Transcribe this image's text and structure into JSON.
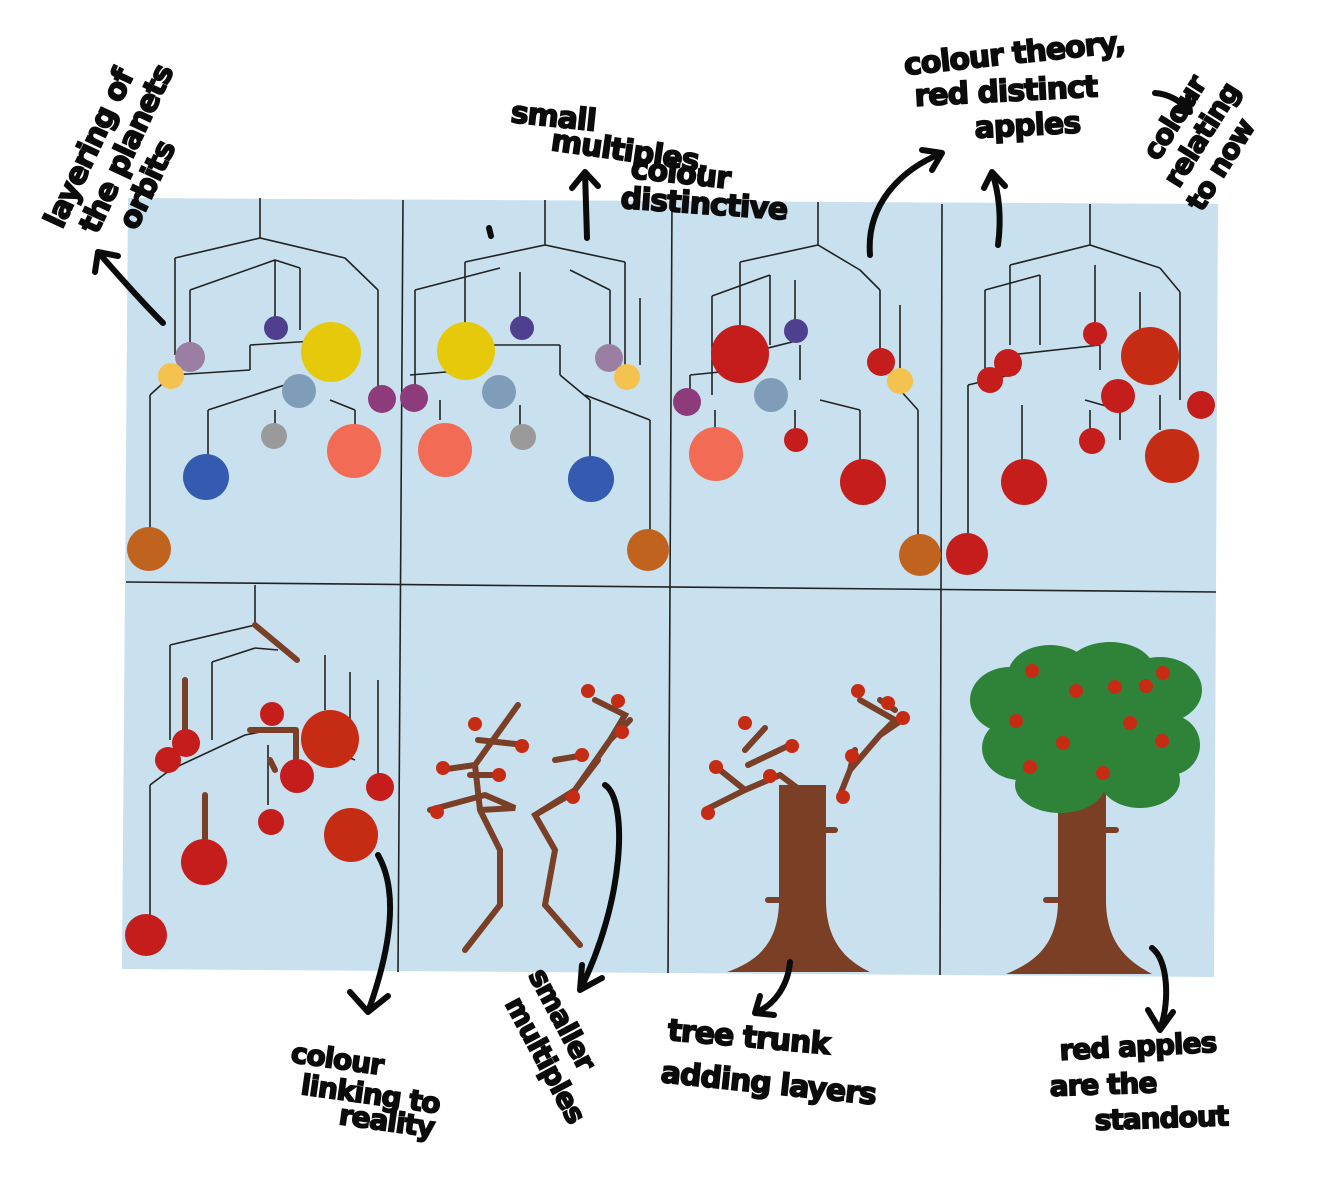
{
  "annotations": {
    "layering": [
      "layering of",
      "the planets",
      "orbits"
    ],
    "small_multiples": [
      "small",
      "multiples,",
      "colour",
      "distinctive"
    ],
    "colour_theory": [
      "colour theory,",
      "red distinct",
      "apples"
    ],
    "colour_relating": [
      "colour",
      "relating",
      "to now"
    ],
    "colour_linking": [
      "colour",
      "linking to",
      "reality"
    ],
    "smaller_multiples": [
      "smaller",
      "multiples"
    ],
    "tree_trunk": [
      "tree trunk",
      "adding layers"
    ],
    "red_apples": [
      "red apples",
      "are the",
      "standout"
    ]
  },
  "colors": {
    "panel_bg": "#c9e1ee",
    "yellow_sun": "#e6c90b",
    "lilac": "#9b7fa3",
    "pale_yellow": "#f3c24f",
    "indigo": "#4e3f8f",
    "steel_blue": "#7f9db8",
    "grey": "#9a9a9a",
    "plum": "#8d3b7a",
    "salmon": "#f26b55",
    "royal_blue": "#355bb0",
    "rust_orange": "#c0631f",
    "apple_red": "#c51c1c",
    "deep_red": "#c62c14",
    "trunk_brown": "#7b3f26",
    "foliage_green": "#2f8338"
  }
}
